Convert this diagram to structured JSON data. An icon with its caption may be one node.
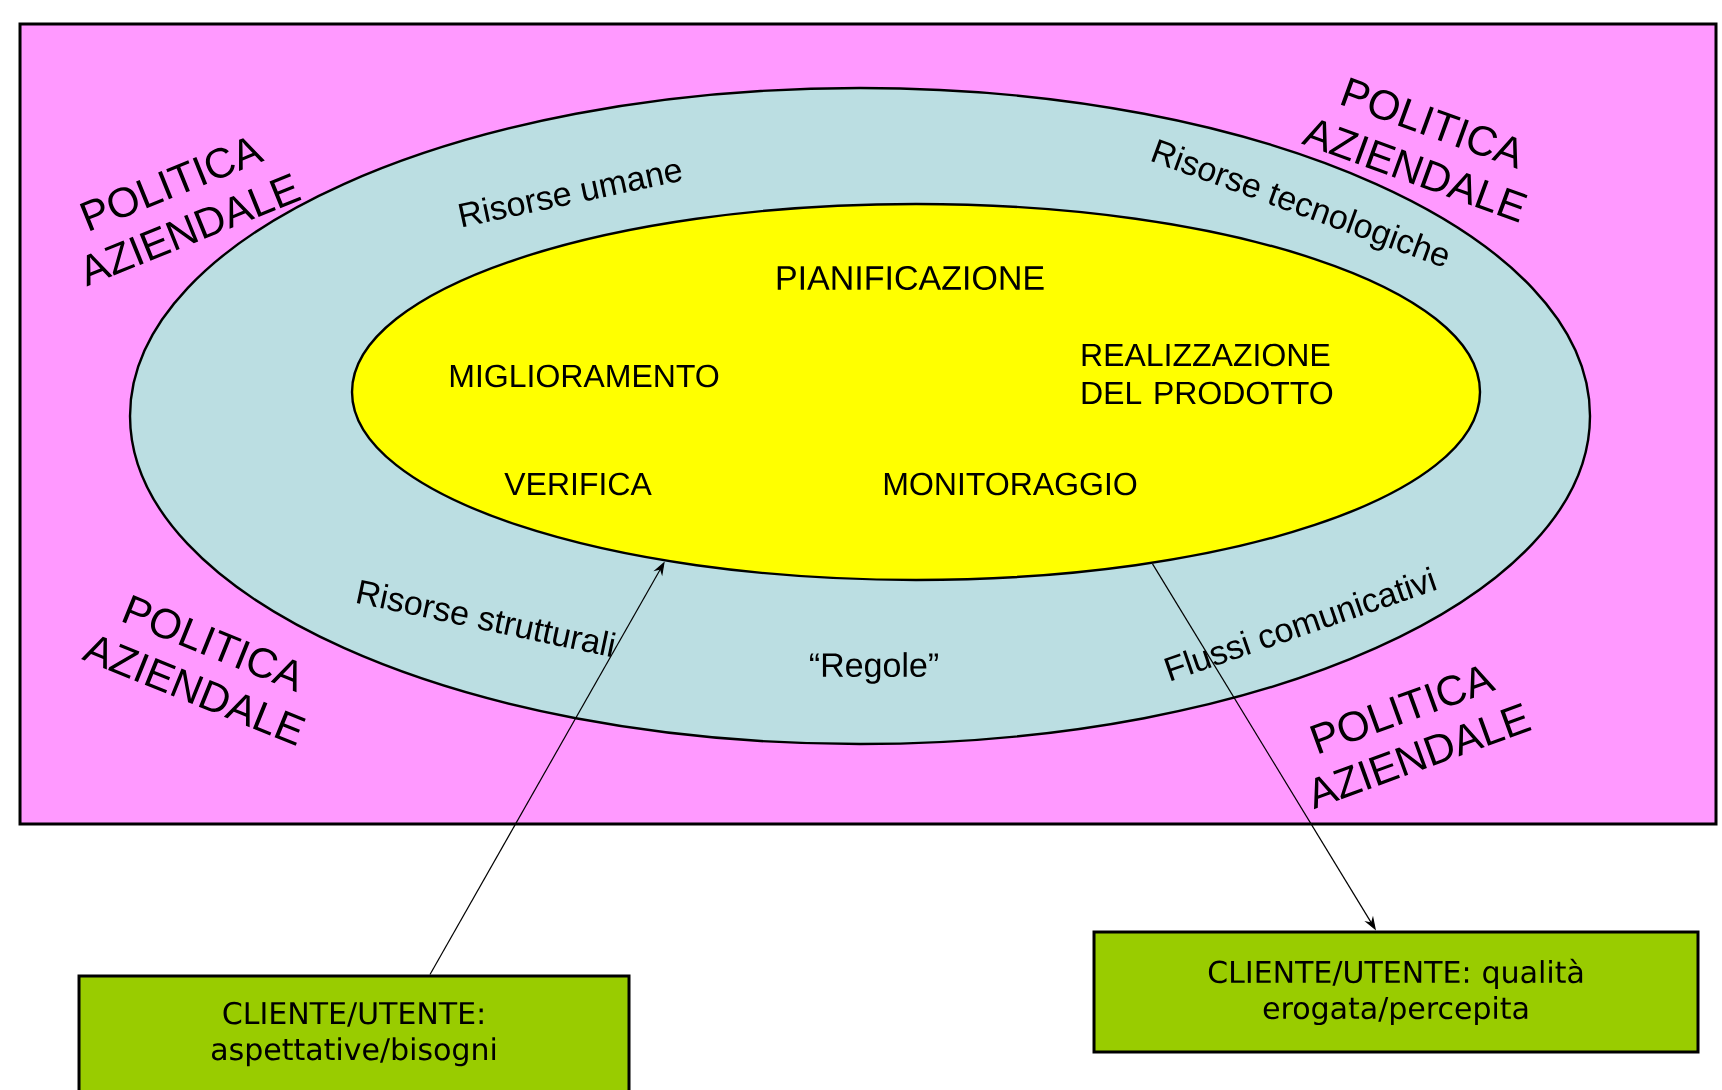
{
  "diagram": {
    "nodes": [
      {
        "text": [
          "POLITICA AZIENDALE",
          "POLITICA AZIENDALE",
          "POLITICA AZIENDALE",
          "POLITICA AZIENDALE"
        ]
      },
      {
        "text": [
          "Risorse umane",
          "Risorse tecnologiche",
          "Risorse strutturali",
          "“Regole”",
          "Flussi comunicativi"
        ],
        "in": 0
      },
      {
        "text": [
          "PIANIFICAZIONE",
          "MIGLIORAMENTO",
          "REALIZZAZIONE DEL PRODOTTO",
          "VERIFICA",
          "MONITORAGGIO"
        ],
        "in": 1
      },
      {
        "text": [
          "CLIENTE/UTENTE: aspettative/bisogni"
        ]
      },
      {
        "text": [
          "CLIENTE/UTENTE: qualità erogata/percepita"
        ]
      }
    ],
    "edges": [
      {
        "from": 3,
        "to": 2,
        "arrow": "to"
      },
      {
        "from": 2,
        "to": 4,
        "arrow": "to"
      }
    ]
  }
}
